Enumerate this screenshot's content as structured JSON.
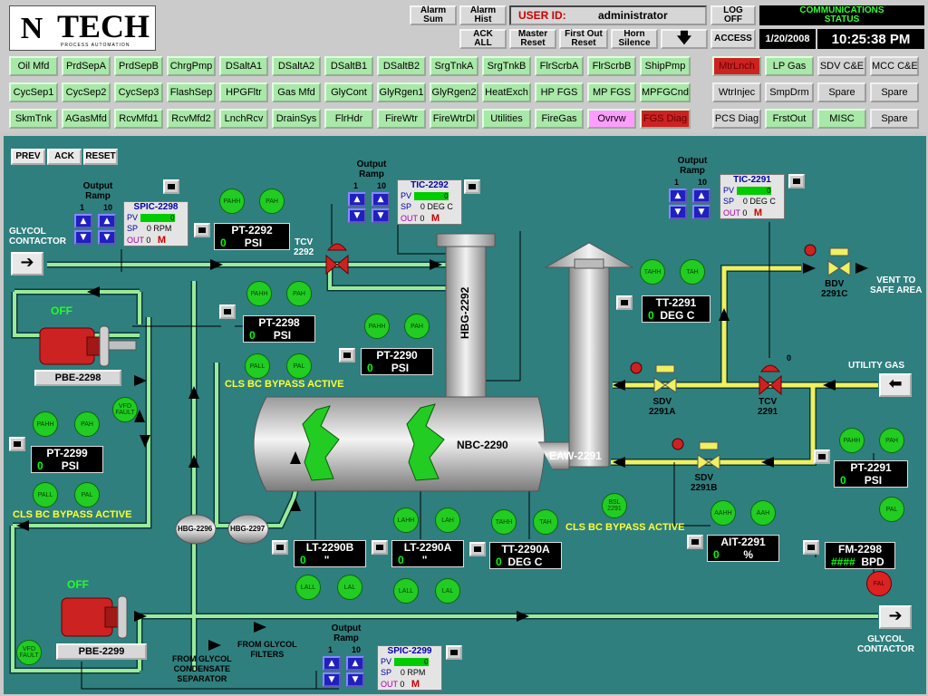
{
  "header": {
    "logo_n": "N",
    "logo_tech": "TECH",
    "logo_sub": "PROCESS AUTOMATION",
    "alarm_sum": "Alarm\nSum",
    "alarm_hist": "Alarm\nHist",
    "ack_all": "ACK\nALL",
    "master_reset": "Master\nReset",
    "first_out_reset": "First Out\nReset",
    "horn_silence": "Horn\nSilence",
    "down_arrow": "🡇",
    "user_id_label": "USER ID:",
    "user_id_value": "administrator",
    "log_off": "LOG\nOFF",
    "access": "ACCESS",
    "comm_status": "COMMUNICATIONS\nSTATUS",
    "date": "1/20/2008",
    "time": "10:25:38 PM"
  },
  "nav": {
    "row1": [
      "Oil Mfd",
      "PrdSepA",
      "PrdSepB",
      "ChrgPmp",
      "DSaltA1",
      "DSaltA2",
      "DSaltB1",
      "DSaltB2",
      "SrgTnkA",
      "SrgTnkB",
      "FlrScrbA",
      "FlrScrbB",
      "ShipPmp",
      "MtrLnch",
      "LP Gas",
      "SDV C&E",
      "MCC C&E"
    ],
    "row2": [
      "CycSep1",
      "CycSep2",
      "CycSep3",
      "FlashSep",
      "HPGFltr",
      "Gas Mfd",
      "GlyCont",
      "GlyRgen1",
      "GlyRgen2",
      "HeatExch",
      "HP FGS",
      "MP FGS",
      "MPFGCnd",
      "WtrInjec",
      "SmpDrm",
      "Spare",
      "Spare"
    ],
    "row3": [
      "SkmTnk",
      "AGasMfd",
      "RcvMfd1",
      "RcvMfd2",
      "LnchRcv",
      "DrainSys",
      "FlrHdr",
      "FireWtr",
      "FireWtrDl",
      "Utilities",
      "FireGas",
      "Ovrvw",
      "FGS Diag",
      "PCS Diag",
      "FrstOut",
      "MISC",
      "Spare"
    ]
  },
  "process": {
    "prev": "PREV",
    "ack": "ACK",
    "reset": "RESET",
    "glycol_contactor_in": "GLYCOL\nCONTACTOR",
    "glycol_contactor_out": "GLYCOL\nCONTACTOR",
    "vent": "VENT TO\nSAFE AREA",
    "utility_gas": "UTILITY GAS",
    "from_condensate": "FROM GLYCOL\nCONDENSATE\nSEPARATOR",
    "from_filters": "FROM GLYCOL\nFILTERS",
    "hbg_2292": "HBG-2292",
    "nbc_2290": "NBC-2290",
    "eaw_2291": "EAW-2291",
    "hbg_2296": "HBG-2296",
    "hbg_2297": "HBG-2297",
    "off1": "OFF",
    "off2": "OFF",
    "pbe_2298": "PBE-2298",
    "pbe_2299": "PBE-2299",
    "tcv_2292": "TCV\n2292",
    "tcv_2291": "TCV\n2291",
    "tcv_2291_val": "0",
    "bdv_2291c": "BDV\n2291C",
    "sdv_2291a": "SDV\n2291A",
    "sdv_2291b": "SDV\n2291B",
    "bypass1": "CLS BC BYPASS ACTIVE",
    "bypass2": "CLS BC BYPASS ACTIVE",
    "bypass3": "CLS BC BYPASS ACTIVE",
    "ramp_title": "Output\nRamp",
    "ramp_1": "1",
    "ramp_10": "10",
    "alarms": {
      "pahh": "PAHH",
      "pah": "PAH",
      "pall": "PALL",
      "pal": "PAL",
      "tahh": "TAHH",
      "tah": "TAH",
      "lahh": "LAHH",
      "lah": "LAH",
      "lall": "LALL",
      "lal": "LAL",
      "aahh": "AAHH",
      "aah": "AAH",
      "vfd_fault": "VFD\nFAULT",
      "bsl": "BSL\n2291",
      "fal": "FAL"
    },
    "tags": {
      "pt2292": {
        "name": "PT-2292",
        "value": "0",
        "unit": "PSI"
      },
      "pt2298": {
        "name": "PT-2298",
        "value": "0",
        "unit": "PSI"
      },
      "pt2290": {
        "name": "PT-2290",
        "value": "0",
        "unit": "PSI"
      },
      "pt2299": {
        "name": "PT-2299",
        "value": "0",
        "unit": "PSI"
      },
      "pt2291": {
        "name": "PT-2291",
        "value": "0",
        "unit": "PSI"
      },
      "tt2291": {
        "name": "TT-2291",
        "value": "0",
        "unit": "DEG C"
      },
      "lt2290b": {
        "name": "LT-2290B",
        "value": "0",
        "unit": "\""
      },
      "lt2290a": {
        "name": "LT-2290A",
        "value": "0",
        "unit": "\""
      },
      "tt2290a": {
        "name": "TT-2290A",
        "value": "0",
        "unit": "DEG C"
      },
      "ait2291": {
        "name": "AIT-2291",
        "value": "0",
        "unit": "%"
      },
      "fm2298": {
        "name": "FM-2298",
        "value": "####",
        "unit": "BPD"
      }
    },
    "controllers": {
      "spic2298": {
        "name": "SPIC-2298",
        "pv": "0",
        "sp": "0",
        "sp_unit": "RPM",
        "out": "0",
        "mode": "M"
      },
      "tic2292": {
        "name": "TIC-2292",
        "pv": "0",
        "sp": "0",
        "sp_unit": "DEG C",
        "out": "0",
        "mode": "M"
      },
      "tic2291": {
        "name": "TIC-2291",
        "pv": "0",
        "sp": "0",
        "sp_unit": "DEG C",
        "out": "0",
        "mode": "M"
      },
      "spic2299": {
        "name": "SPIC-2299",
        "pv": "0",
        "sp": "0",
        "sp_unit": "RPM",
        "out": "0",
        "mode": "M"
      }
    }
  },
  "colors": {
    "panel": "#2f7f7f",
    "pipe_green": "#9aea9a",
    "pipe_yellow": "#f0f060",
    "alarm_green": "#22cc22",
    "pump_red": "#cc2222"
  }
}
